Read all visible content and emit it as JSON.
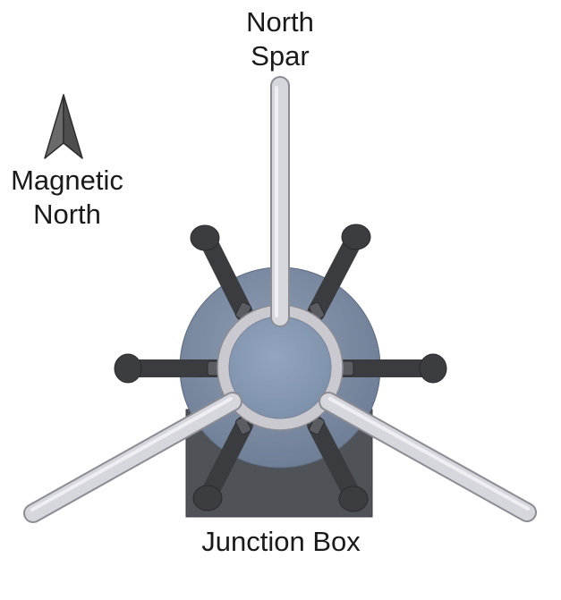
{
  "labels": {
    "north_spar": [
      "North",
      "Spar"
    ],
    "magnetic_north": [
      "Magnetic",
      "North"
    ],
    "junction_box": "Junction Box"
  },
  "colors": {
    "junction_box": "#4f5257",
    "housing_disc": "#6f7f96",
    "center_disc": "#8194ad",
    "collar": "#c9c9cf",
    "spar": "#cfcfd6",
    "spar_edge": "#8c8c95",
    "arm": "#3a3c40",
    "arm_tip": "#3c3d41",
    "compass_arrow": "#5b5b5b",
    "text": "#1a1a1a"
  },
  "icons": {
    "compass": "north-arrow-icon"
  }
}
